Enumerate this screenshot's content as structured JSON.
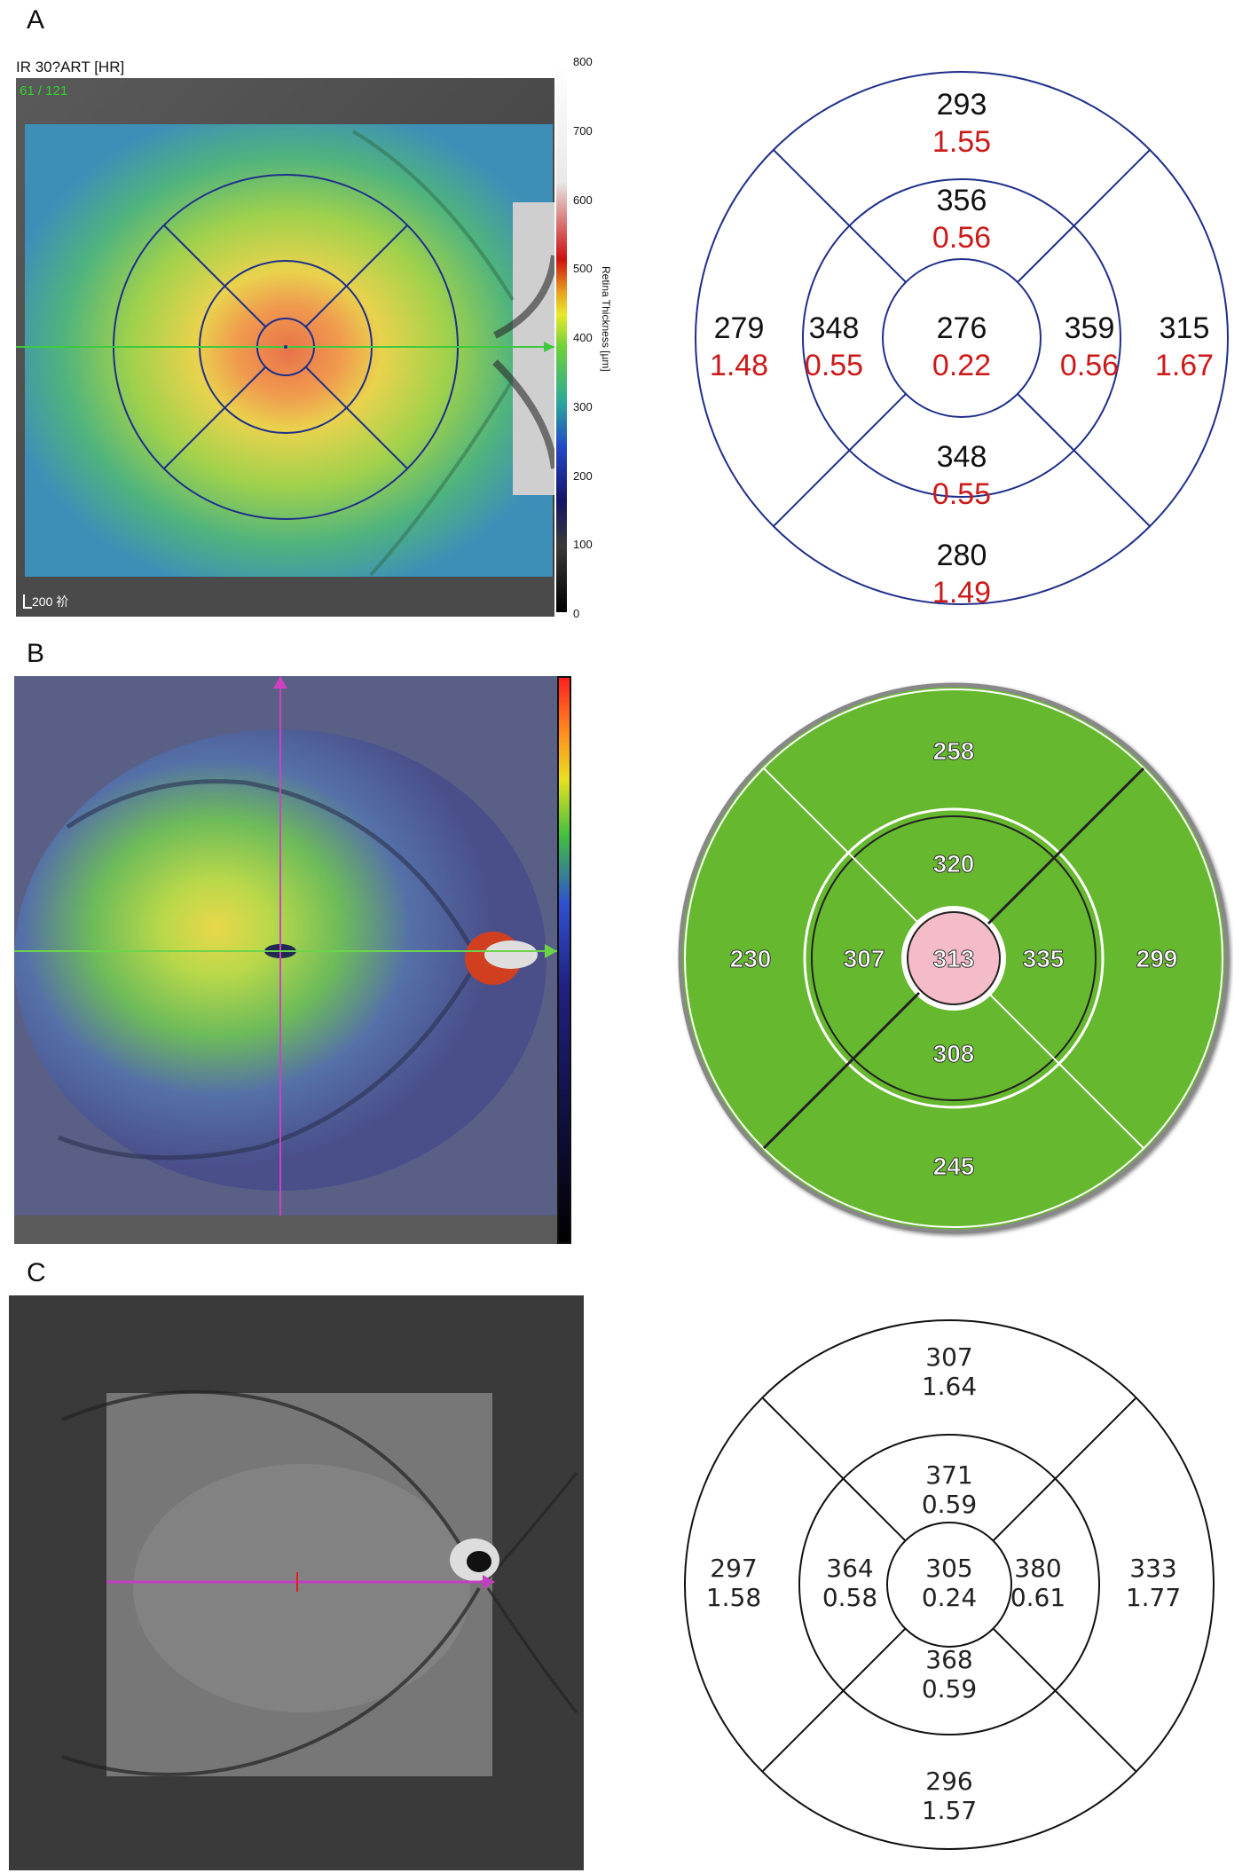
{
  "panels": [
    {
      "letter": "A"
    },
    {
      "letter": "B"
    },
    {
      "letter": "C"
    }
  ],
  "panel_a": {
    "scan_label": "IR 30?ART [HR]",
    "scan_count": "61 / 121",
    "scale_label": "200 祄",
    "colorbar_title": "Retina Thickness [µm]",
    "colorbar_ticks": [
      "800",
      "700",
      "600",
      "500",
      "400",
      "300",
      "200",
      "100",
      "0"
    ],
    "grid": {
      "outer_top": {
        "thickness": "293",
        "volume": "1.55"
      },
      "inner_top": {
        "thickness": "356",
        "volume": "0.56"
      },
      "outer_left": {
        "thickness": "279",
        "volume": "1.48"
      },
      "inner_left": {
        "thickness": "348",
        "volume": "0.55"
      },
      "center": {
        "thickness": "276",
        "volume": "0.22"
      },
      "inner_right": {
        "thickness": "359",
        "volume": "0.56"
      },
      "outer_right": {
        "thickness": "315",
        "volume": "1.67"
      },
      "inner_bottom": {
        "thickness": "348",
        "volume": "0.55"
      },
      "outer_bottom": {
        "thickness": "280",
        "volume": "1.49"
      }
    },
    "colors": {
      "thickness_text": "#111111",
      "volume_text": "#cc1a1a",
      "grid_line": "#1f2f8a"
    }
  },
  "panel_b": {
    "grid": {
      "outer_top": "258",
      "inner_top": "320",
      "outer_left": "230",
      "inner_left": "307",
      "center": "313",
      "inner_right": "335",
      "outer_right": "299",
      "inner_bottom": "308",
      "outer_bottom": "245"
    },
    "colors": {
      "sector_fill": "#66b82e",
      "center_fill": "#f4bcc8",
      "line": "#ffffff"
    }
  },
  "panel_c": {
    "grid": {
      "outer_top": {
        "thickness": "307",
        "volume": "1.64"
      },
      "inner_top": {
        "thickness": "371",
        "volume": "0.59"
      },
      "outer_left": {
        "thickness": "297",
        "volume": "1.58"
      },
      "inner_left": {
        "thickness": "364",
        "volume": "0.58"
      },
      "center": {
        "thickness": "305",
        "volume": "0.24"
      },
      "inner_right": {
        "thickness": "380",
        "volume": "0.61"
      },
      "outer_right": {
        "thickness": "333",
        "volume": "1.77"
      },
      "inner_bottom": {
        "thickness": "368",
        "volume": "0.59"
      },
      "outer_bottom": {
        "thickness": "296",
        "volume": "1.57"
      }
    },
    "colors": {
      "text": "#222222",
      "line": "#111111"
    }
  }
}
